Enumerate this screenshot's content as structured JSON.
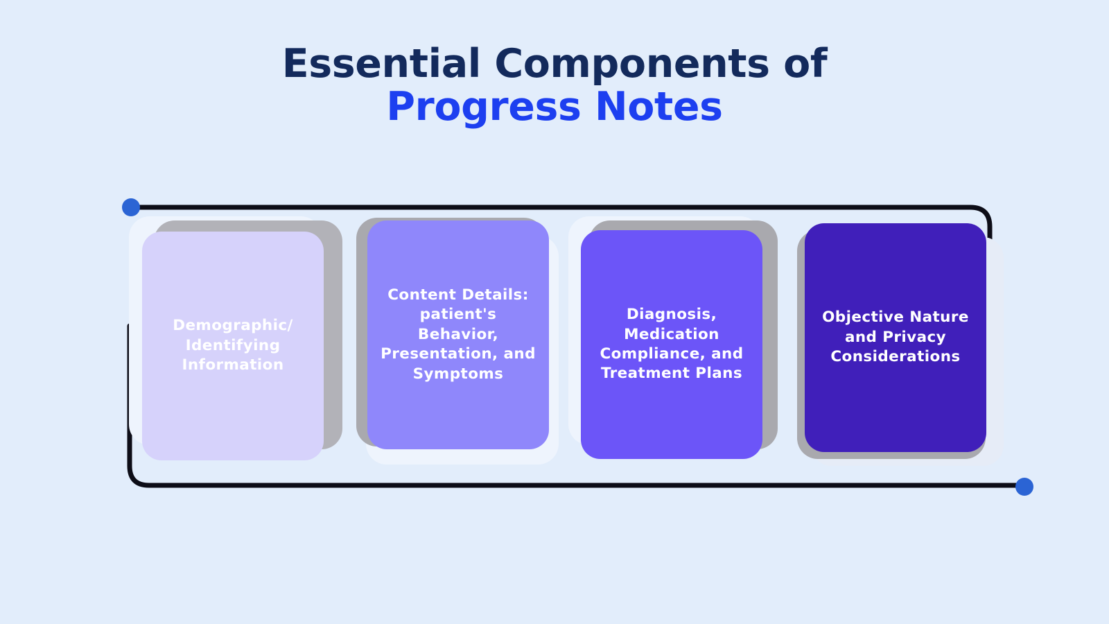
{
  "background_color": "#e2edfb",
  "title": {
    "line1": "Essential Components of",
    "line2": "Progress Notes",
    "line1_color": "#132a5c",
    "line2_color": "#1d3ff0"
  },
  "connector": {
    "line_color": "#0d0d17",
    "dot_color": "#2b64d4",
    "dot_count": 2,
    "start_dot_label": "start-node",
    "end_dot_label": "end-node"
  },
  "cards": [
    {
      "id": "card-1",
      "text": "Demographic/\nIdentifying\nInformation",
      "fill": "#d6d2fb",
      "text_color": "#ffffff",
      "shade": "#b2b2b8",
      "backing": "#eef4fd"
    },
    {
      "id": "card-2",
      "text": "Content Details:\npatient's Behavior,\nPresentation, and\nSymptoms",
      "fill": "#8f87fb",
      "text_color": "#ffffff",
      "shade": "#a9a9ae",
      "backing": "#eef4fd"
    },
    {
      "id": "card-3",
      "text": "Diagnosis,\nMedication\nCompliance, and\nTreatment Plans",
      "fill": "#6c55f8",
      "text_color": "#ffffff",
      "shade": "#a9a9ae",
      "backing": "#eef4fd"
    },
    {
      "id": "card-4",
      "text": "Objective Nature\nand Privacy\nConsiderations",
      "fill": "#401fba",
      "text_color": "#ffffff",
      "shade": "#a9a9ae",
      "backing": "#e6ecf7"
    }
  ]
}
